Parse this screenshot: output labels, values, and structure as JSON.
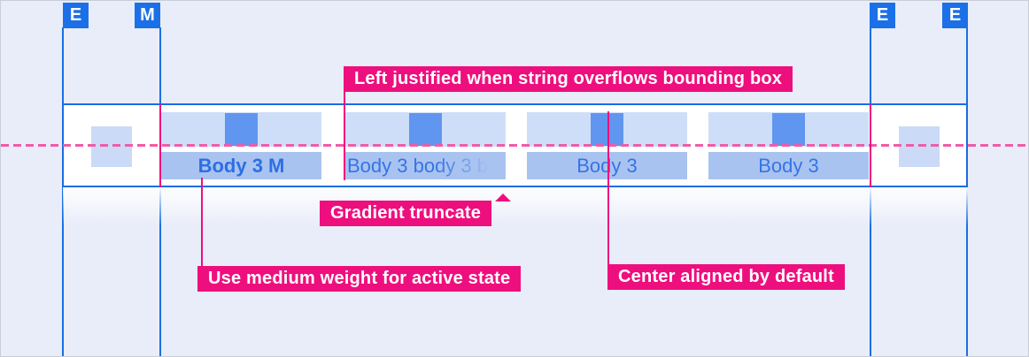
{
  "markers": [
    {
      "label": "E"
    },
    {
      "label": "M"
    },
    {
      "label": "E"
    },
    {
      "label": "E"
    }
  ],
  "tabbar": {
    "tabs": [
      {
        "label": "Body 3 M",
        "state": "active",
        "alignment": "center",
        "weight": "medium"
      },
      {
        "label": "Body 3 body 3 b",
        "state": "default",
        "alignment": "left",
        "truncation": "gradient"
      },
      {
        "label": "Body 3",
        "state": "default",
        "alignment": "center"
      },
      {
        "label": "Body 3",
        "state": "default",
        "alignment": "center"
      }
    ]
  },
  "annotations": {
    "left_justified": {
      "text": "Left justified when string overflows bounding box"
    },
    "gradient_truncate": {
      "text": "Gradient truncate"
    },
    "medium_weight": {
      "text": "Use medium weight for active state"
    },
    "center_aligned": {
      "text": "Center aligned by default"
    }
  },
  "colors": {
    "background": "#e9edf9",
    "guide_blue": "#1a6fe4",
    "marker_blue": "#1b70e8",
    "bar_border_blue": "#1a6ce2",
    "padding_strip_blue": "#cedef9",
    "icon_placeholder_blue": "#6096ef",
    "text_strip_blue": "#a9c3f1",
    "edge_placeholder_blue": "#cbdaf6",
    "tab_text_blue": "#3574e5",
    "active_tab_text_blue": "#2d6fe3",
    "annotation_pink": "#ee0f7e",
    "baseline_dash_pink": "#ef5ca8"
  }
}
